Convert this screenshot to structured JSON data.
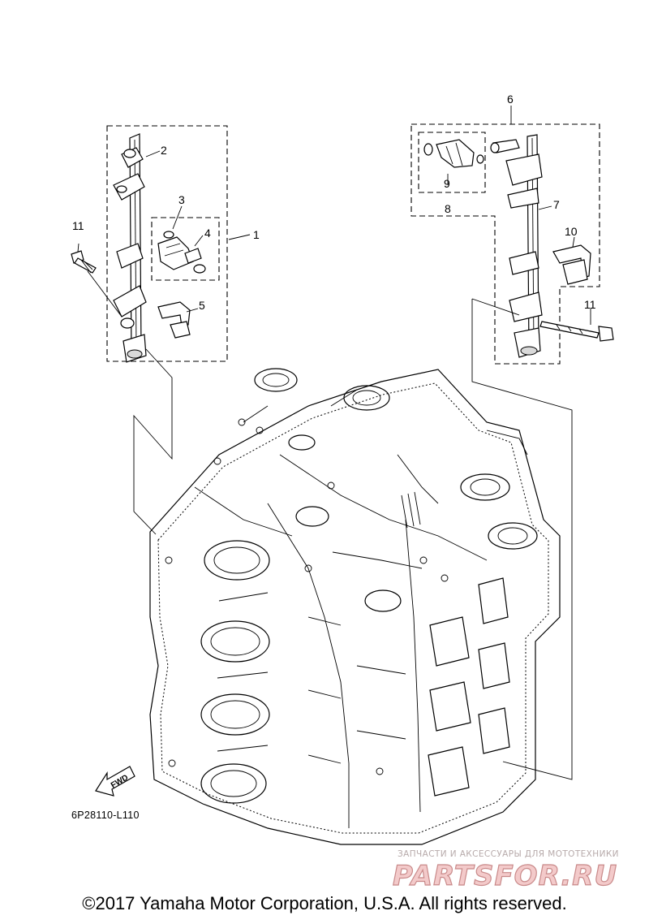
{
  "callouts": {
    "c1": "1",
    "c2": "2",
    "c3": "3",
    "c4": "4",
    "c5": "5",
    "c6": "6",
    "c7": "7",
    "c8": "8",
    "c9": "9",
    "c10": "10",
    "c11_left": "11",
    "c11_right": "11"
  },
  "fwd_label": "FWD",
  "diagram_code": "6P28110-L110",
  "watermark": {
    "small": "ЗАПЧАСТИ И АКСЕССУАРЫ ДЛЯ МОТОТЕХНИКИ",
    "big": "PARTSFOR.RU"
  },
  "copyright": "©2017 Yamaha Motor Corporation, U.S.A. All rights reserved."
}
